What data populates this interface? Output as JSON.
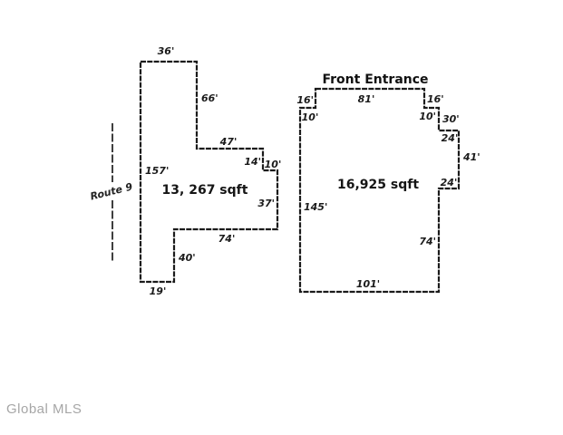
{
  "colors": {
    "background": "#ffffff",
    "line": "#1b1b1b",
    "text": "#151515",
    "watermark": "#a6a6a6"
  },
  "watermark": "Global MLS",
  "route": {
    "label": "Route 9"
  },
  "left_building": {
    "area": "13, 267 sqft",
    "dims": {
      "top": "36'",
      "upper_right": "66'",
      "step_top": "47'",
      "step_down": "14'",
      "step_right": "10'",
      "right_side": "37'",
      "bottom_inner": "74'",
      "notch_down": "40'",
      "bottom": "19'",
      "left_side": "157'"
    }
  },
  "right_building": {
    "title": "Front Entrance",
    "area": "16,925 sqft",
    "dims": {
      "top": "81'",
      "top_left_down": "16'",
      "top_left_in": "10'",
      "top_right_down": "16'",
      "top_right_in": "10'",
      "right_step1": "30'",
      "right_step1_in": "24'",
      "right_side": "41'",
      "right_step2_in": "24'",
      "lower_right": "74'",
      "bottom": "101'",
      "left_side": "145'"
    }
  }
}
